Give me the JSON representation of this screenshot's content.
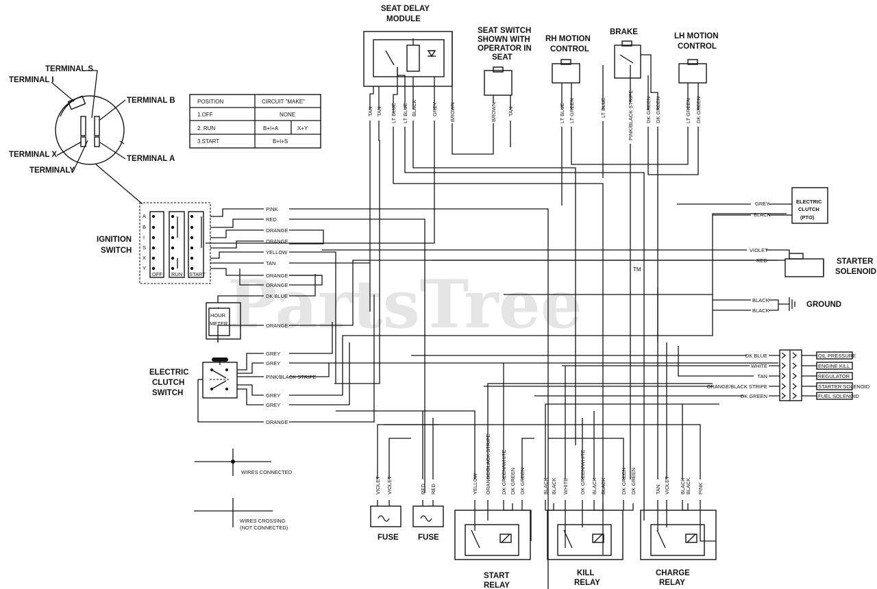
{
  "watermark": "PartsTree",
  "trademark": "TM",
  "components": {
    "seat_delay_module": [
      "SEAT DELAY",
      "MODULE"
    ],
    "seat_switch": [
      "SEAT SWITCH",
      "SHOWN WITH",
      "OPERATOR IN",
      "SEAT"
    ],
    "rh_motion_control": [
      "RH MOTION",
      "CONTROL"
    ],
    "brake": [
      "BRAKE"
    ],
    "lh_motion_control": [
      "LH MOTION",
      "CONTROL"
    ],
    "ignition_switch": [
      "IGNITION",
      "SWITCH"
    ],
    "hour_meter": [
      "HOUR",
      "METER"
    ],
    "electric_clutch_switch": [
      "ELECTRIC",
      "CLUTCH",
      "SWITCH"
    ],
    "electric_clutch_pto": [
      "ELECTRIC",
      "CLUTCH",
      "(PTO)"
    ],
    "starter_solenoid": [
      "STARTER",
      "SOLENOID"
    ],
    "ground": [
      "GROUND"
    ],
    "fuse_1": "FUSE",
    "fuse_2": "FUSE",
    "start_relay": [
      "START",
      "RELAY"
    ],
    "kill_relay": [
      "KILL",
      "RELAY"
    ],
    "charge_relay": [
      "CHARGE",
      "RELAY"
    ]
  },
  "terminals": {
    "s": "TERMINAL S",
    "i": "TERMINAL I",
    "b": "TERMINAL B",
    "x": "TERMINAL X",
    "a": "TERMINAL A",
    "y": "TERMINALY"
  },
  "switch_positions": {
    "letters": [
      "A",
      "B",
      "I",
      "S",
      "X",
      "Y"
    ],
    "off": "OFF",
    "run": "RUN",
    "start": "START"
  },
  "circuit_table": {
    "headers": [
      "POSITION",
      "CIRCUIT \"MAKE\""
    ],
    "rows": [
      {
        "position": "1.OFF",
        "make": [
          "NONE"
        ]
      },
      {
        "position": "2. RUN",
        "make": [
          "B+I+A",
          "X+Y"
        ]
      },
      {
        "position": "3.START",
        "make": [
          "B+I+S"
        ]
      }
    ]
  },
  "wire_labels": {
    "top": [
      "TAN",
      "TAN",
      "LT BLUE",
      "LT BLUE",
      "BLACK",
      "GREY",
      "BROWN",
      "BROWN",
      "TAN",
      "LT BLUE",
      "LT GREEN",
      "LT BLUE",
      "PINK/BLACK STRIPE",
      "DK GREEN",
      "DK GREEN",
      "LT GREEN",
      "DK GREEN"
    ],
    "ignition": [
      "PINK",
      "RED",
      "ORANGE",
      "ORANGE",
      "YELLOW",
      "TAN",
      "ORANGE",
      "ORANGE"
    ],
    "hour_meter": [
      "DK BLUE",
      "ORANGE"
    ],
    "clutch_switch": [
      "GREY",
      "GREY",
      "PINK/BLACK STRIPE",
      "GREY",
      "GREY",
      "ORANGE"
    ],
    "right": [
      "GREY",
      "BLACK",
      "VIOLET",
      "RED",
      "BLACK",
      "BLACK"
    ],
    "connector": [
      "DK BLUE",
      "WHITE",
      "TAN",
      "ORANGE/BLACK STRIPE",
      "DK GREEN"
    ],
    "bottom": [
      "VIOLET",
      "VIOLET",
      "RED",
      "RED",
      "YELLOW",
      "ORANGE/BLACK STRIPE",
      "DK GREEN/WHITE",
      "DK GREEN",
      "DK GREEN",
      "BLACK",
      "BLACK",
      "WHITE",
      "DK GREEN/WHITE",
      "BLACK",
      "BLACK",
      "DK GREEN",
      "DK GREEN",
      "TAN",
      "VIOLET",
      "BLACK",
      "BLACK",
      "PINK"
    ]
  },
  "connector_targets": [
    "OIL PRESSURE",
    "ENGINE KILL",
    "REGULATOR",
    "STARTER SOLENOID",
    "FUEL SOLENOID"
  ],
  "hour_meter_signs": {
    "plus": "+",
    "minus": "-"
  },
  "legend": {
    "connected": "WIRES CONNECTED",
    "crossing": [
      "WIRES CROSSING",
      "(NOT CONNECTED)"
    ]
  }
}
